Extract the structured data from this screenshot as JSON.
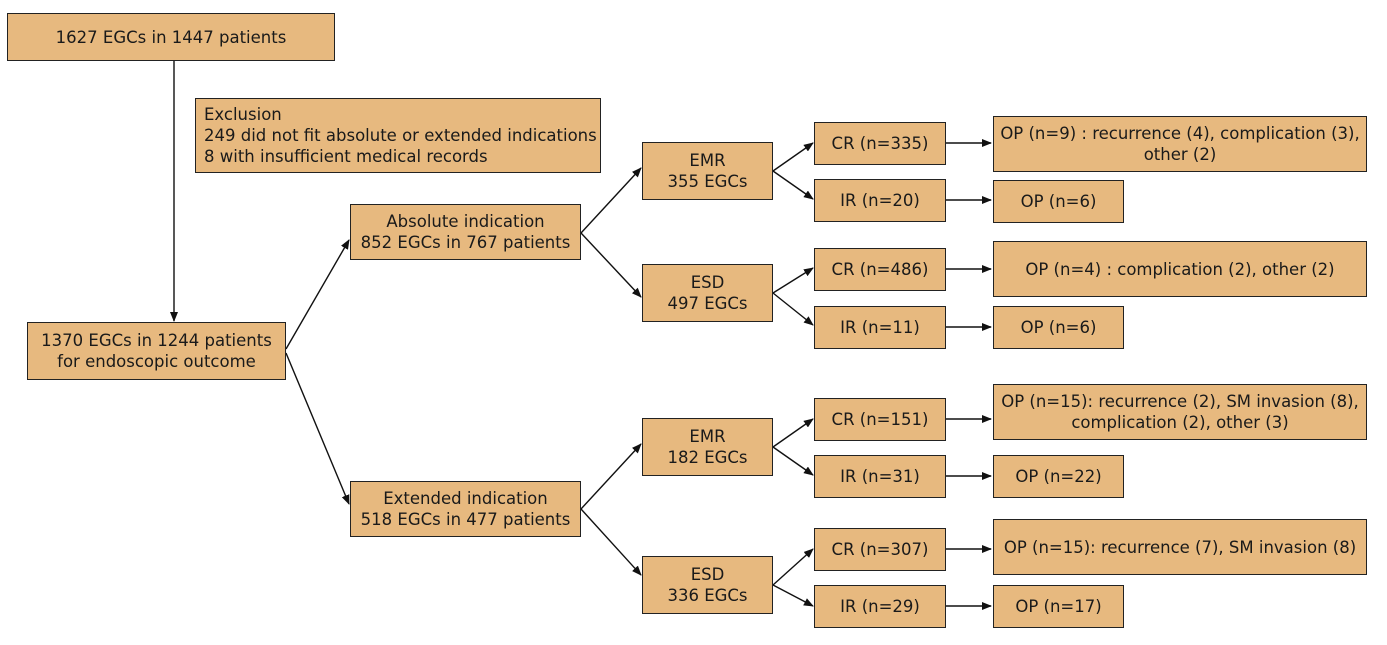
{
  "nodes": {
    "root": [
      "1627 EGCs in 1447 patients"
    ],
    "exclusion": [
      "Exclusion",
      "249 did not fit absolute or extended indications",
      "8 with insufficient medical records"
    ],
    "main": [
      "1370 EGCs in 1244 patients",
      "for endoscopic outcome"
    ],
    "absolute": [
      "Absolute indication",
      "852 EGCs in 767 patients"
    ],
    "extended": [
      "Extended indication",
      "518 EGCs in 477 patients"
    ],
    "emr_abs": [
      "EMR",
      "355 EGCs"
    ],
    "esd_abs": [
      "ESD",
      "497 EGCs"
    ],
    "emr_ext": [
      "EMR",
      "182 EGCs"
    ],
    "esd_ext": [
      "ESD",
      "336 EGCs"
    ],
    "cr_emr_abs": [
      "CR (n=335)"
    ],
    "ir_emr_abs": [
      "IR (n=20)"
    ],
    "cr_esd_abs": [
      "CR (n=486)"
    ],
    "ir_esd_abs": [
      "IR (n=11)"
    ],
    "cr_emr_ext": [
      "CR (n=151)"
    ],
    "ir_emr_ext": [
      "IR (n=31)"
    ],
    "cr_esd_ext": [
      "CR (n=307)"
    ],
    "ir_esd_ext": [
      "IR (n=29)"
    ],
    "op_cr_emr_abs": [
      "OP (n=9) : recurrence (4), complication (3),",
      "other (2)"
    ],
    "op_ir_emr_abs": [
      "OP (n=6)"
    ],
    "op_cr_esd_abs": [
      "OP (n=4) : complication (2), other (2)"
    ],
    "op_ir_esd_abs": [
      "OP (n=6)"
    ],
    "op_cr_emr_ext": [
      "OP (n=15): recurrence (2), SM invasion (8),",
      "complication (2), other (3)"
    ],
    "op_ir_emr_ext": [
      "OP (n=22)"
    ],
    "op_cr_esd_ext": [
      "OP (n=15): recurrence (7), SM invasion (8)"
    ],
    "op_ir_esd_ext": [
      "OP (n=17)"
    ]
  },
  "colors": {
    "box_fill": "#E7B97F",
    "box_border": "#222222",
    "arrow": "#111111"
  }
}
